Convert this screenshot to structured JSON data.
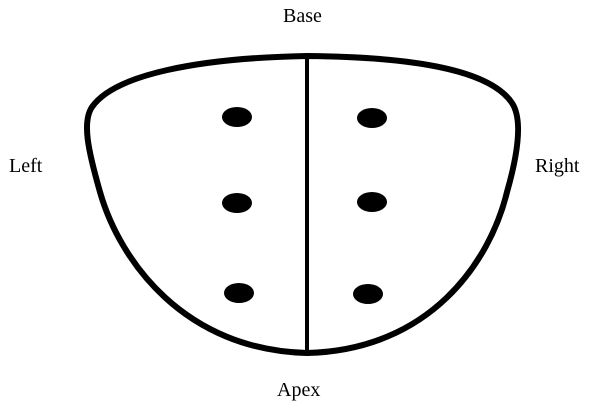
{
  "labels": {
    "top": "Base",
    "left": "Left",
    "right": "Right",
    "bottom": "Apex"
  },
  "diagram": {
    "shape": "bowl-outline",
    "divider": "vertical-midline",
    "dot_columns": 2,
    "dot_rows": 3,
    "colors": {
      "stroke": "#000000",
      "fill": "#ffffff"
    }
  }
}
